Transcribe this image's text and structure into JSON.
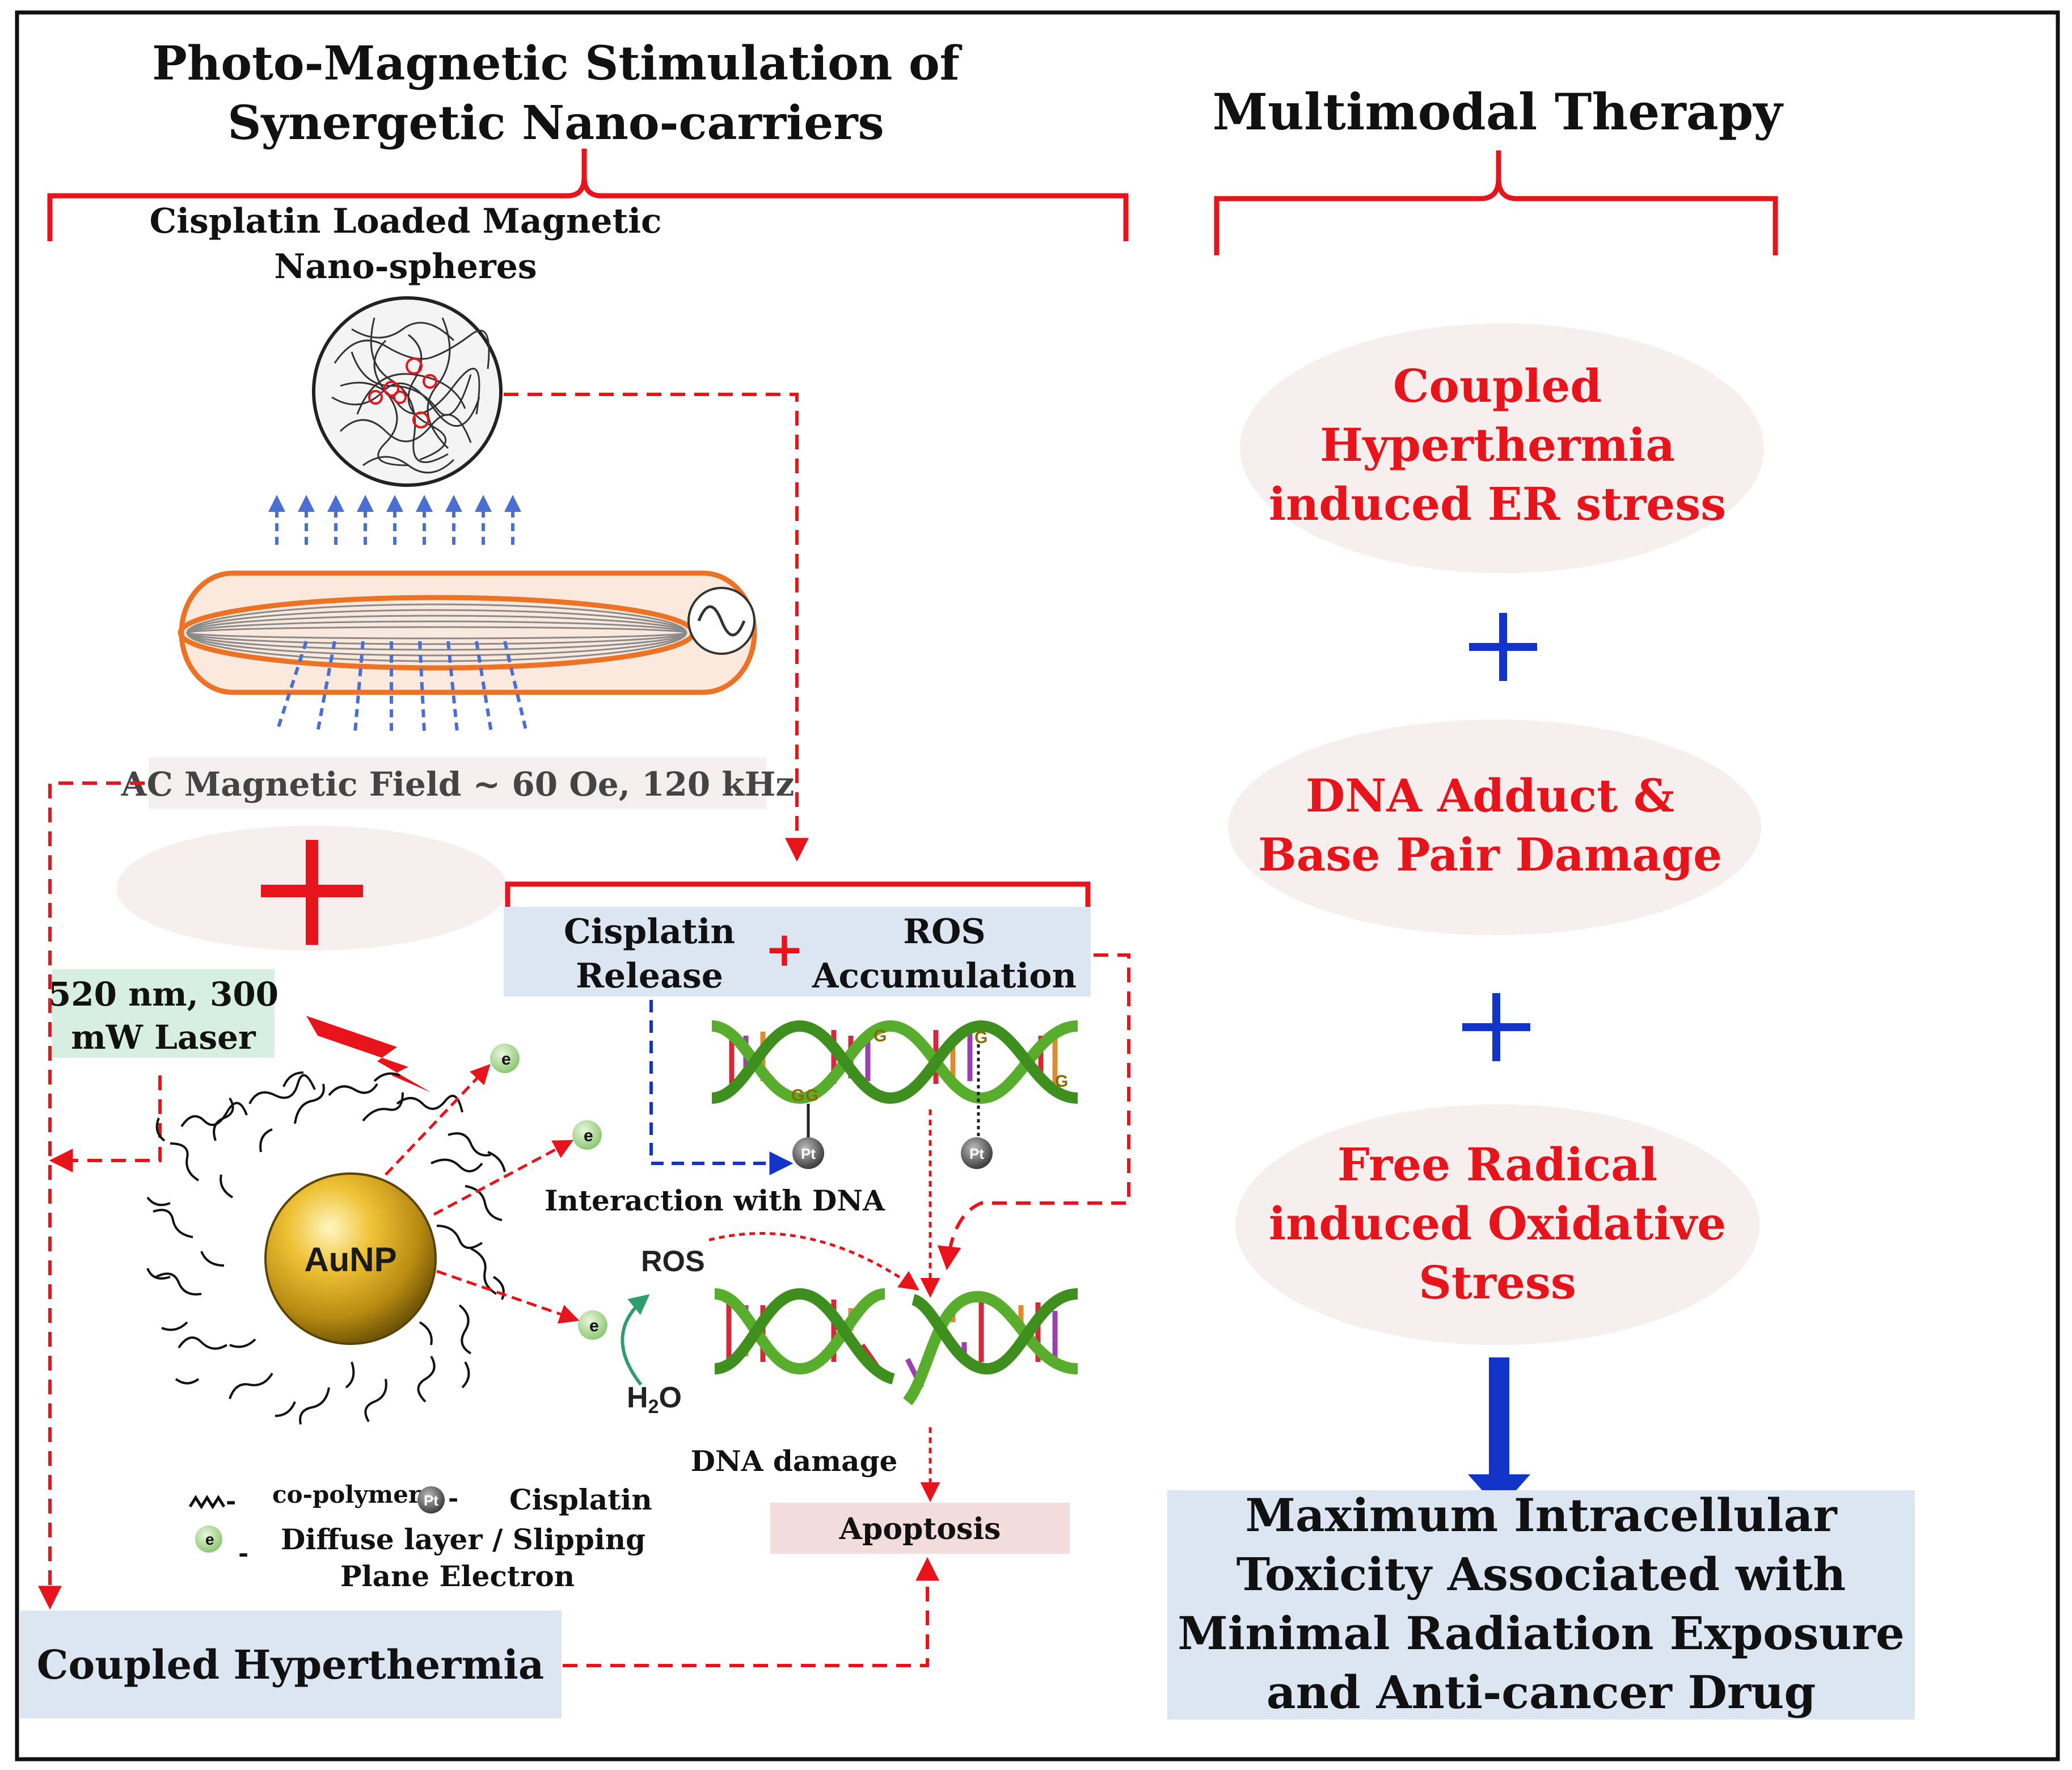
{
  "left_heading": {
    "line1": "Photo-Magnetic Stimulation of",
    "line2": "Synergetic Nano-carriers"
  },
  "right_heading": "Multimodal Therapy",
  "nanosphere_label": {
    "line1": "Cisplatin Loaded Magnetic",
    "line2": "Nano-spheres"
  },
  "magnetic_field_label": "AC Magnetic Field ~ 60 Oe, 120 kHz",
  "laser_label": {
    "line1": "520 nm, 300",
    "line2": "mW Laser"
  },
  "release_box": {
    "left_line1": "Cisplatin",
    "left_line2": "Release",
    "plus": "+",
    "right_line1": "ROS",
    "right_line2": "Accumulation"
  },
  "aunp_label": "AuNP",
  "electron_symbol": "e",
  "ros_label": "ROS",
  "h2o_label": "H",
  "h2o_sub": "2",
  "h2o_tail": "O",
  "interaction_label": "Interaction with DNA",
  "dna_damage_label": "DNA damage",
  "apoptosis_label": "Apoptosis",
  "coupled_hyperthermia_label": "Coupled Hyperthermia",
  "legend": {
    "copolymer": "co-polymer",
    "cisplatin": "Cisplatin",
    "electron_line1": "Diffuse layer / Slipping",
    "electron_line2": "Plane Electron",
    "dash": "-"
  },
  "base_letter": "G",
  "pt_letter": "Pt",
  "therapy": {
    "item1": {
      "line1": "Coupled",
      "line2": "Hyperthermia",
      "line3": "induced ER stress"
    },
    "item2": {
      "line1": "DNA Adduct &",
      "line2": "Base Pair Damage"
    },
    "item3": {
      "line1": "Free Radical",
      "line2": "induced Oxidative",
      "line3": "Stress"
    },
    "plus": "+"
  },
  "outcome": {
    "line1": "Maximum Intracellular",
    "line2": "Toxicity Associated with",
    "line3": "Minimal Radiation Exposure",
    "line4": "and Anti-cancer Drug"
  },
  "colors": {
    "red": "#e8141b",
    "blue": "#1234c8",
    "light_blue_box": "#dce6f2",
    "pink_ellipse": "#f7eeee",
    "green_box": "#d7efe0",
    "apoptosis_box": "#f2dcdc",
    "gold": "#e2b21c",
    "dna_green": "#59ad2c",
    "coil_orange": "#ec7325"
  }
}
